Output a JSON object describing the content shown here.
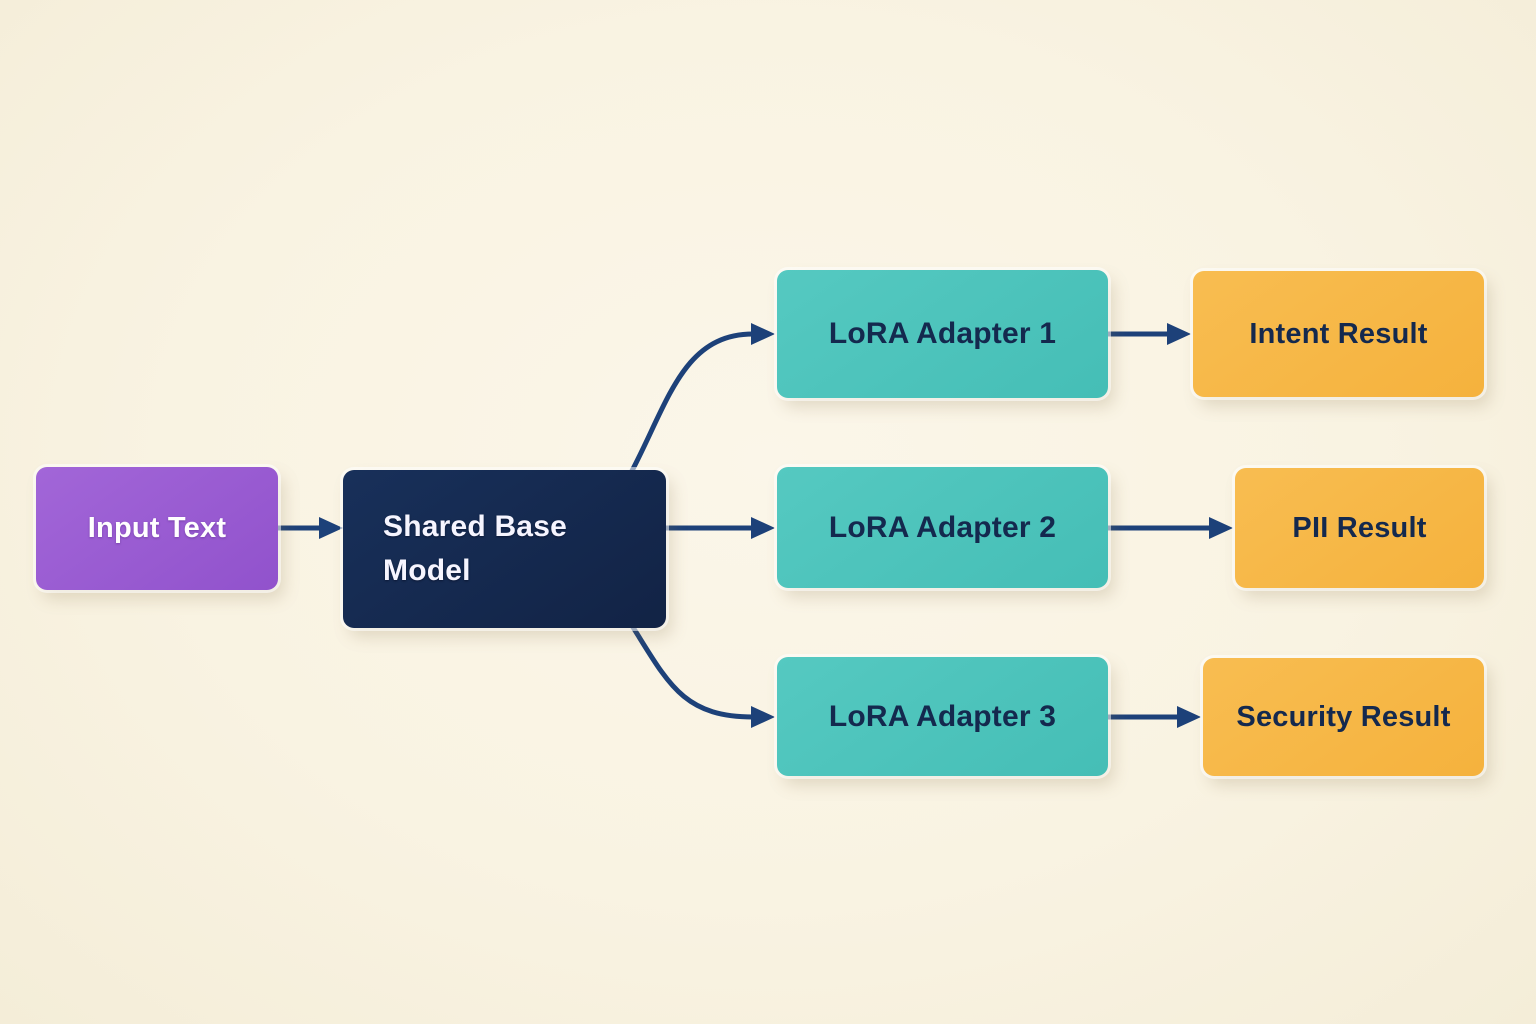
{
  "diagram": {
    "type": "flowchart",
    "description": "LoRA multi-adapter inference flow: one input feeds a shared base model which fans out to three LoRA adapters, each producing a distinct result.",
    "nodes": {
      "input": {
        "label": "Input Text",
        "role": "input",
        "color": "#9b5cd2",
        "text_color": "#ffffff"
      },
      "base": {
        "label": "Shared Base Model",
        "role": "model",
        "color": "#15294d",
        "text_color": "#ffffff"
      },
      "adapter1": {
        "label": "LoRA Adapter 1",
        "role": "adapter",
        "color": "#4cc4bc",
        "text_color": "#14294e"
      },
      "adapter2": {
        "label": "LoRA Adapter 2",
        "role": "adapter",
        "color": "#4cc4bc",
        "text_color": "#14294e"
      },
      "adapter3": {
        "label": "LoRA Adapter 3",
        "role": "adapter",
        "color": "#4cc4bc",
        "text_color": "#14294e"
      },
      "result1": {
        "label": "Intent Result",
        "role": "output",
        "color": "#f7ba4a",
        "text_color": "#14294e"
      },
      "result2": {
        "label": "PII Result",
        "role": "output",
        "color": "#f7ba4a",
        "text_color": "#14294e"
      },
      "result3": {
        "label": "Security Result",
        "role": "output",
        "color": "#f7ba4a",
        "text_color": "#14294e"
      }
    },
    "edges": [
      {
        "from": "input",
        "to": "base"
      },
      {
        "from": "base",
        "to": "adapter1"
      },
      {
        "from": "base",
        "to": "adapter2"
      },
      {
        "from": "base",
        "to": "adapter3"
      },
      {
        "from": "adapter1",
        "to": "result1"
      },
      {
        "from": "adapter2",
        "to": "result2"
      },
      {
        "from": "adapter3",
        "to": "result3"
      }
    ],
    "colors": {
      "background": "#f9f3e2",
      "arrow": "#1d4179",
      "purple": "#9b5cd2",
      "navy": "#15294d",
      "teal": "#4cc4bc",
      "yellow": "#f7ba4a"
    }
  }
}
